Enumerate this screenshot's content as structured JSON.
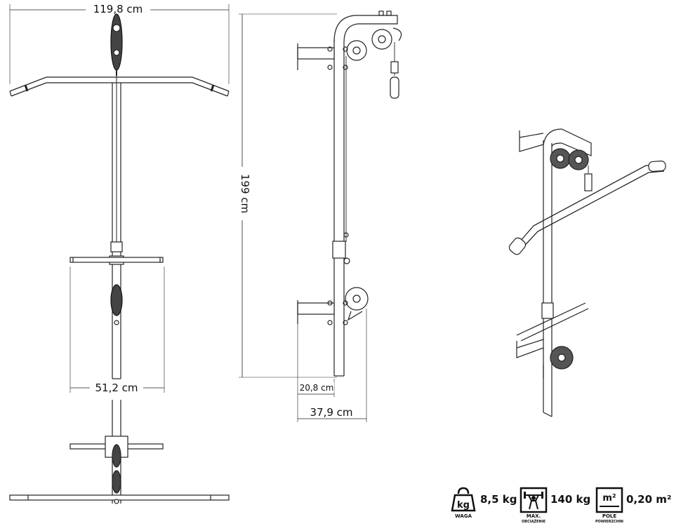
{
  "dimensions": {
    "width_top": "119,8 cm",
    "height": "199 cm",
    "bar_width": "51,2 cm",
    "depth_short": "20,8 cm",
    "depth_total": "37,9 cm"
  },
  "specs": {
    "weight": {
      "icon_text": "kg",
      "value": "8,5 kg",
      "caption": "WAGA",
      "subcaption": ""
    },
    "max_load": {
      "value": "140 kg",
      "caption": "MAX.",
      "subcaption": "OBCIĄŻENIE"
    },
    "area": {
      "icon_text": "m²",
      "value": "0,20 m²",
      "caption": "POLE",
      "subcaption": "POWIERZCHNI"
    }
  }
}
